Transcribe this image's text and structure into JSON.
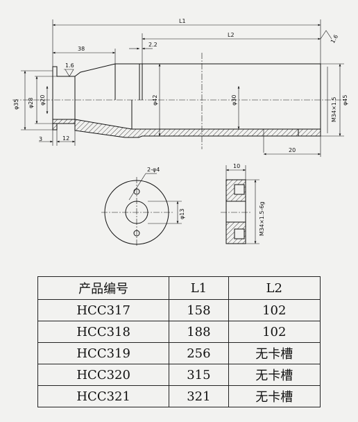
{
  "drawing": {
    "labels": {
      "l1": "L1",
      "l2": "L2",
      "d38": "38",
      "d2_2": "2.2",
      "rough1": "1.6",
      "rough2": "1.6",
      "phi35": "φ35",
      "phi28": "φ28",
      "phi20": "φ20",
      "phi42": "φ42",
      "phi30": "φ30",
      "thread": "M34×1.5",
      "phi45": "φ45",
      "d3": "3",
      "d12": "12",
      "d20": "20",
      "holes": "2-φ4",
      "phi13": "φ13",
      "d10": "10",
      "nut_thread": "M34×1.5-6g"
    }
  },
  "table": {
    "headers": [
      "产品编号",
      "L1",
      "L2"
    ],
    "rows": [
      [
        "HCC317",
        "158",
        "102"
      ],
      [
        "HCC318",
        "188",
        "102"
      ],
      [
        "HCC319",
        "256",
        "无卡槽"
      ],
      [
        "HCC320",
        "315",
        "无卡槽"
      ],
      [
        "HCC321",
        "321",
        "无卡槽"
      ]
    ]
  }
}
